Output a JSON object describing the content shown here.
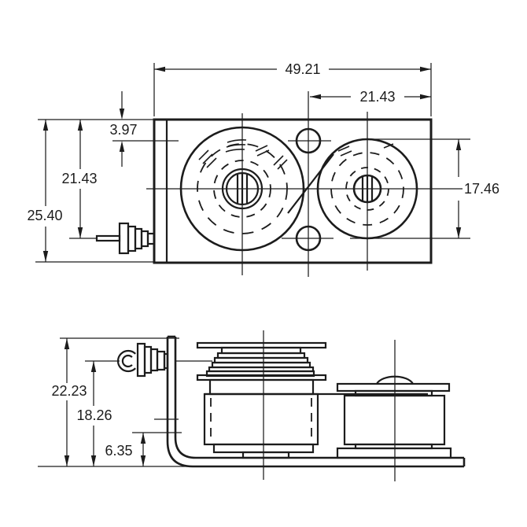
{
  "colors": {
    "line": "#1c1c1c",
    "background": "#ffffff"
  },
  "top_view": {
    "dims": {
      "overall_width": "49.21",
      "hole_span": "21.43",
      "edge_to_hole": "3.97",
      "edge_to_axis": "21.43",
      "overall_height": "25.40",
      "reel_diameter": "17.46"
    }
  },
  "side_view": {
    "dims": {
      "overall_height": "22.23",
      "connector_axis_height": "18.26",
      "base_height": "6.35"
    }
  }
}
